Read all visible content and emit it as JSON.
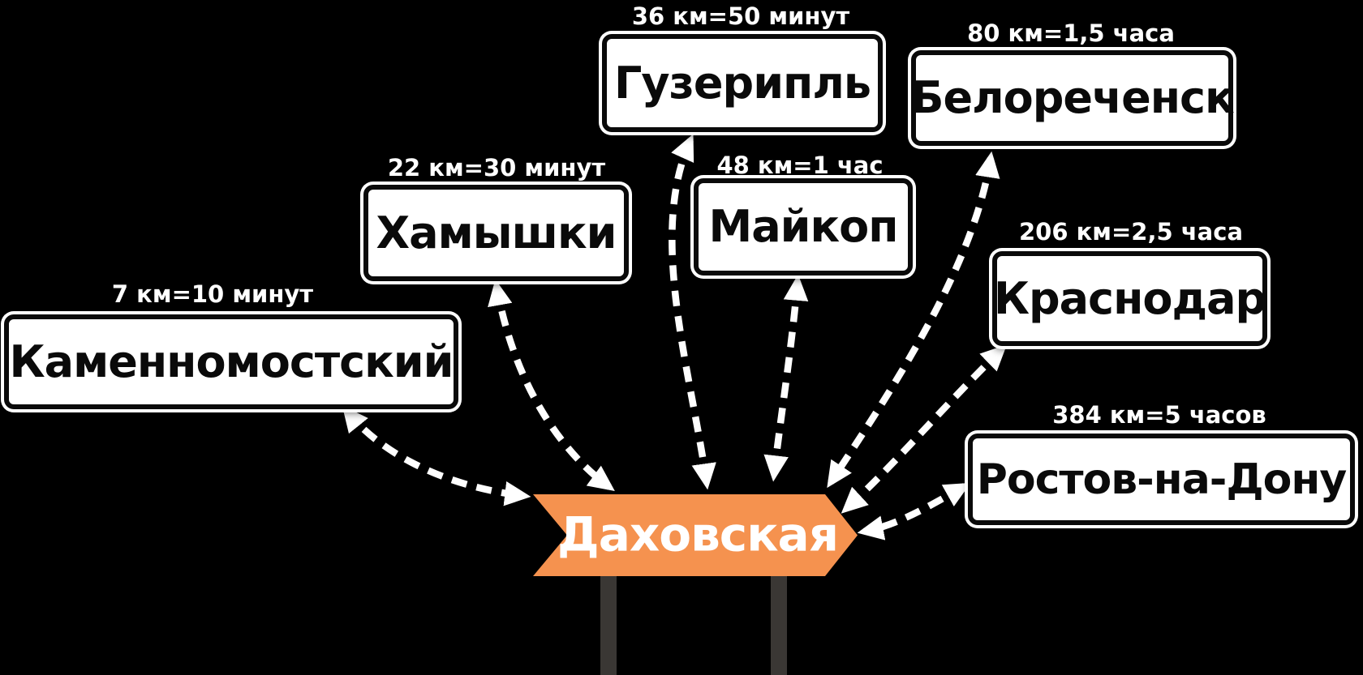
{
  "colors": {
    "background": "#000000",
    "banner": "#F5924F",
    "post": "#3A3734",
    "arrow": "#FFFFFF",
    "sign_bg": "#FFFFFF",
    "sign_text": "#0A0A0A",
    "label_text": "#FFFFFF"
  },
  "center": {
    "name": "Даховская"
  },
  "destinations": [
    {
      "name": "Каменномостский",
      "distance": "7 км=10 минут"
    },
    {
      "name": "Хамышки",
      "distance": "22 км=30 минут"
    },
    {
      "name": "Гузерипль",
      "distance": "36 км=50 минут"
    },
    {
      "name": "Майкоп",
      "distance": "48 км=1 час"
    },
    {
      "name": "Белореченск",
      "distance": "80 км=1,5 часа"
    },
    {
      "name": "Краснодар",
      "distance": "206 км=2,5 часа"
    },
    {
      "name": "Ростов-на-Дону",
      "distance": "384 км=5 часов"
    }
  ]
}
